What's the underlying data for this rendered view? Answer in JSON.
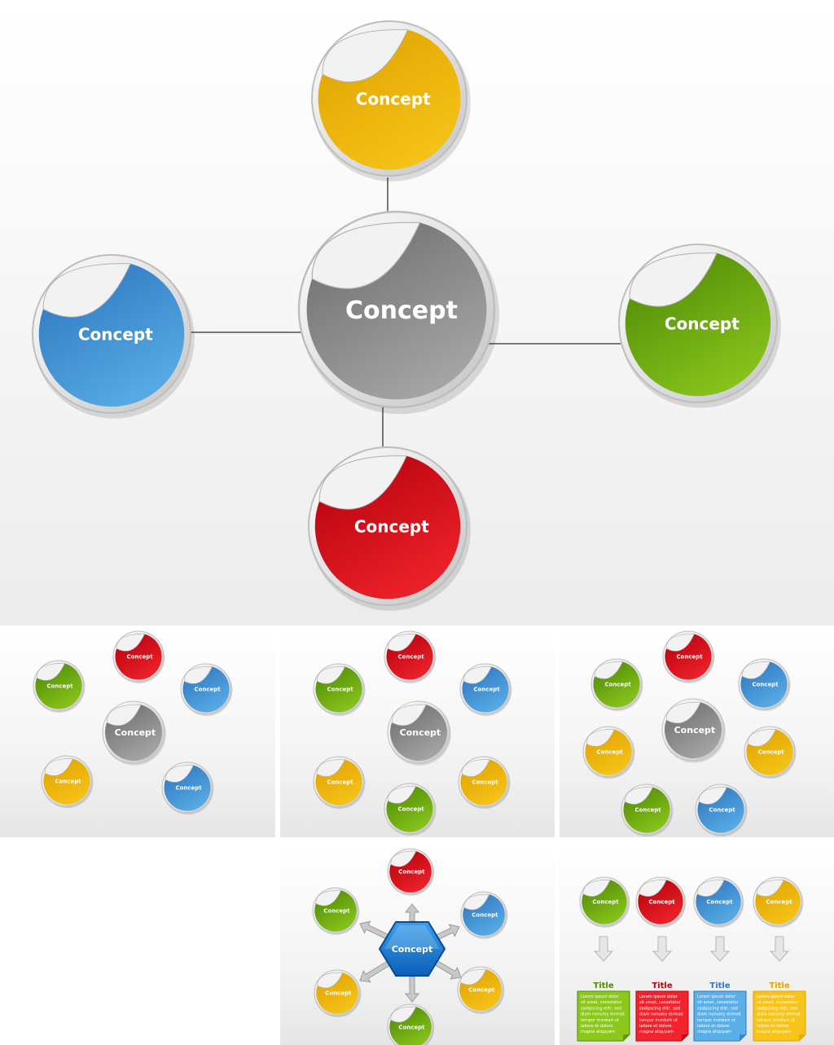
{
  "colors": {
    "yellow": [
      "#f7c51a",
      "#e0a400"
    ],
    "gray": [
      "#a9a9a9",
      "#6f6f6f"
    ],
    "blue": [
      "#5aafe8",
      "#2f77c0"
    ],
    "green": [
      "#8cc81c",
      "#4f8a07"
    ],
    "red": [
      "#f2232c",
      "#b5030d"
    ],
    "hexblue": [
      "#3aa0ec",
      "#0c5fb8"
    ]
  },
  "hero": {
    "center": {
      "label": "Concept",
      "color": "gray"
    },
    "top": {
      "label": "Concept",
      "color": "yellow"
    },
    "left": {
      "label": "Concept",
      "color": "blue"
    },
    "right": {
      "label": "Concept",
      "color": "green"
    },
    "bottom": {
      "label": "Concept",
      "color": "red"
    }
  },
  "thumb1": {
    "center": {
      "label": "Concept",
      "color": "gray"
    },
    "items": [
      {
        "label": "Concept",
        "color": "red"
      },
      {
        "label": "Concept",
        "color": "green"
      },
      {
        "label": "Concept",
        "color": "blue"
      },
      {
        "label": "Concept",
        "color": "yellow"
      },
      {
        "label": "Concept",
        "color": "blue"
      }
    ]
  },
  "thumb2": {
    "center": {
      "label": "Concept",
      "color": "gray"
    },
    "items": [
      {
        "label": "Concept",
        "color": "red"
      },
      {
        "label": "Concept",
        "color": "green"
      },
      {
        "label": "Concept",
        "color": "blue"
      },
      {
        "label": "Concept",
        "color": "yellow"
      },
      {
        "label": "Concept",
        "color": "yellow"
      },
      {
        "label": "Concept",
        "color": "green"
      }
    ]
  },
  "thumb3": {
    "center": {
      "label": "Concept",
      "color": "gray"
    },
    "items": [
      {
        "label": "Concept",
        "color": "red"
      },
      {
        "label": "Concept",
        "color": "green"
      },
      {
        "label": "Concept",
        "color": "blue"
      },
      {
        "label": "Concept",
        "color": "yellow"
      },
      {
        "label": "Concept",
        "color": "yellow"
      },
      {
        "label": "Concept",
        "color": "green"
      },
      {
        "label": "Concept",
        "color": "blue"
      }
    ]
  },
  "thumb4": {
    "hub": {
      "label": "Concept",
      "color": "hexblue"
    },
    "items": [
      {
        "label": "Concept",
        "color": "red"
      },
      {
        "label": "Concept",
        "color": "blue"
      },
      {
        "label": "Concept",
        "color": "yellow"
      },
      {
        "label": "Concept",
        "color": "green"
      },
      {
        "label": "Concept",
        "color": "yellow"
      },
      {
        "label": "Concept",
        "color": "green"
      }
    ]
  },
  "thumb5": {
    "items": [
      {
        "label": "Concept",
        "color": "green",
        "title": "Title",
        "text": [
          "Lorem ipsum dolor",
          "sit amet, consetetur",
          "sadipscing elitr, sed",
          "diam nonumy eirmod",
          "tempor invidunt ut",
          "labore et dolore",
          "magna aliquyam"
        ]
      },
      {
        "label": "Concept",
        "color": "red",
        "title": "Title",
        "text": [
          "Lorem ipsum dolor",
          "sit amet, consetetur",
          "sadipscing elitr, sed",
          "diam nonumy eirmod",
          "tempor invidunt ut",
          "labore et dolore",
          "magna aliquyam"
        ]
      },
      {
        "label": "Concept",
        "color": "blue",
        "title": "Title",
        "text": [
          "Lorem ipsum dolor",
          "sit amet, consetetur",
          "sadipscing elitr, sed",
          "diam nonumy eirmod",
          "tempor invidunt ut",
          "labore et dolore",
          "magna aliquyam"
        ]
      },
      {
        "label": "Concept",
        "color": "yellow",
        "title": "Title",
        "text": [
          "Lorem ipsum dolor",
          "sit amet, consetetur",
          "sadipscing elitr, sed",
          "diam nonumy eirmod",
          "tempor invidunt ut",
          "labore et dolore",
          "magna aliquyam"
        ]
      }
    ]
  }
}
